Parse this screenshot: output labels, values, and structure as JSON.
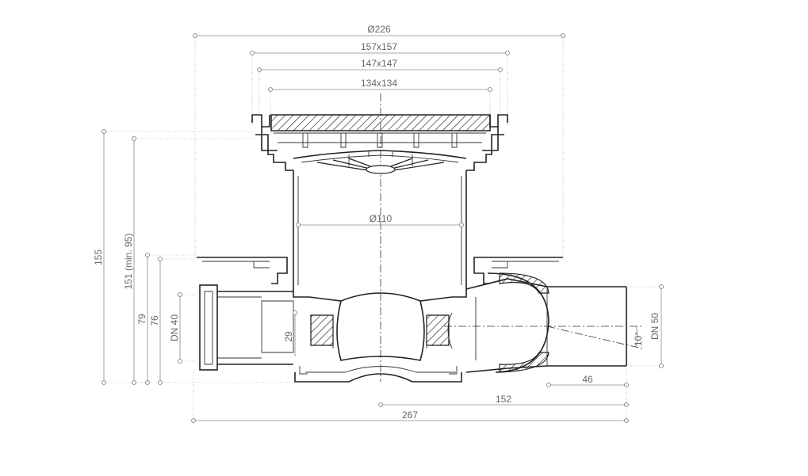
{
  "dimensions": {
    "d226": "Ø226",
    "s157": "157x157",
    "s147": "147x147",
    "s134": "134x134",
    "d110": "Ø110",
    "h155": "155",
    "h151": "151 (min. 95)",
    "h79": "79",
    "h76": "76",
    "dn40": "DN 40",
    "h29": "29",
    "dn50": "DN 50",
    "a10": "10°",
    "w46": "46",
    "w152": "152",
    "w267": "267"
  },
  "colors": {
    "outline": "#222222",
    "dimension": "#666666",
    "hatch_fill": "url-free hatch pattern"
  }
}
